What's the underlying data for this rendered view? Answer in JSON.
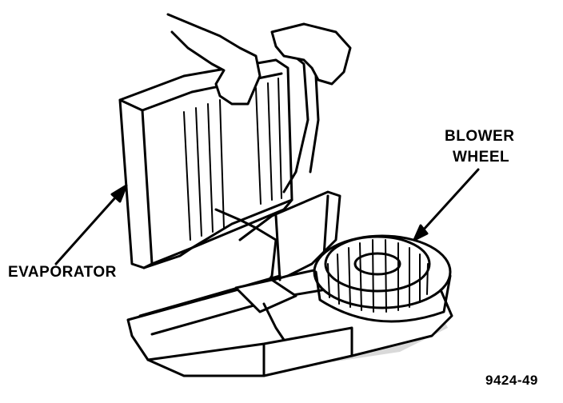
{
  "labels": {
    "blower_line1": "BLOWER",
    "blower_line2": "WHEEL",
    "evaporator": "EVAPORATOR",
    "figure_number": "9424-49"
  }
}
